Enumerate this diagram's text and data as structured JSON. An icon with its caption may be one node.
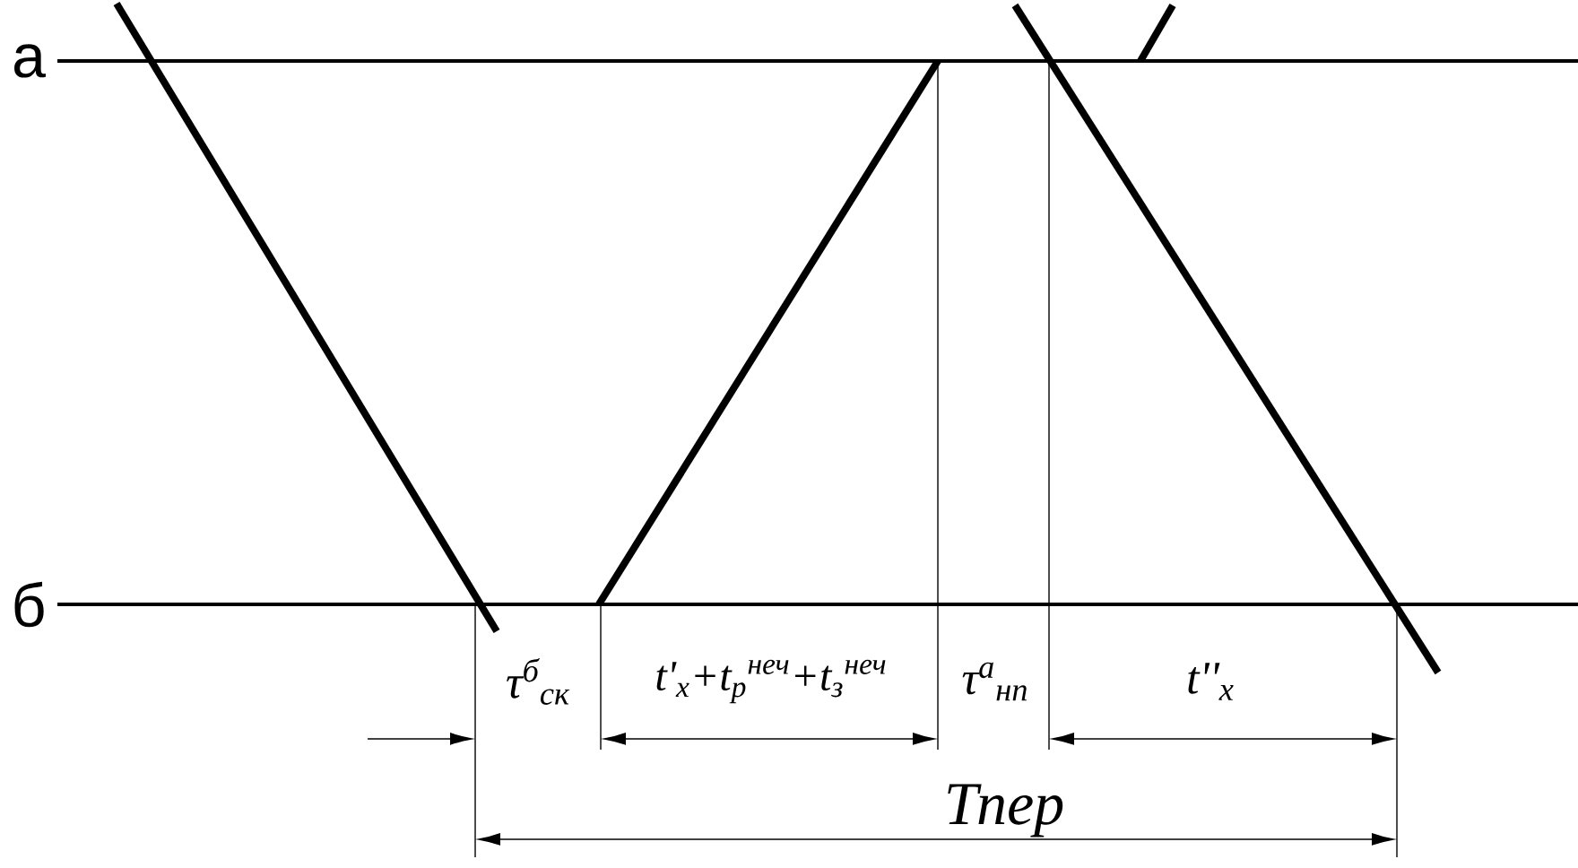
{
  "diagram": {
    "labels": [
      "а",
      "б",
      "τ$^{б}$$_{ск}$",
      "t'$_{x}$+t$_{p}$$^{неч}$+t$_{з}$$^{неч}$",
      "τ$^{а}$$_{нп}$",
      "t''$_{x}$",
      "Тпер"
    ]
  }
}
